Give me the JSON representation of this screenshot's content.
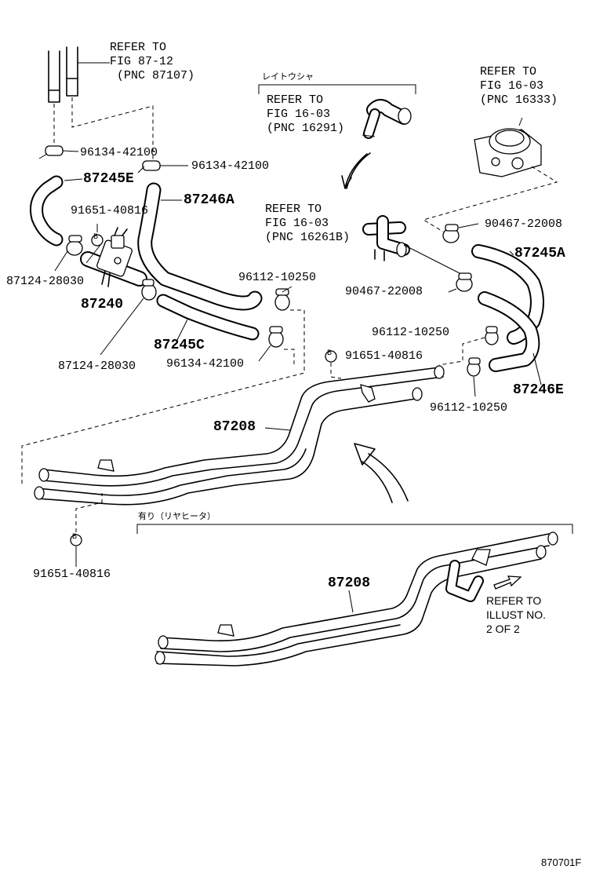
{
  "labels": {
    "refer_top_left": "REFER TO\nFIG 87-12\n (PNC 87107)",
    "katakana_top": "レイトウシャ",
    "refer_center_top": "REFER TO\nFIG 16-03\n(PNC 16291)",
    "refer_right_top": "REFER TO\nFIG 16-03\n(PNC 16333)",
    "refer_center_mid": "REFER TO\nFIG 16-03\n(PNC 16261B)",
    "pn_96134_42100_a": "96134-42100",
    "pn_96134_42100_b": "96134-42100",
    "pn_96134_42100_c": "96134-42100",
    "pn_87245E": "87245E",
    "pn_87246A": "87246A",
    "pn_91651_40816_a": "91651-40816",
    "pn_91651_40816_b": "91651-40816",
    "pn_91651_40816_c": "91651-40816",
    "pn_87124_28030_a": "87124-28030",
    "pn_87124_28030_b": "87124-28030",
    "pn_87240": "87240",
    "pn_87245C": "87245C",
    "pn_96112_10250_a": "96112-10250",
    "pn_96112_10250_b": "96112-10250",
    "pn_96112_10250_c": "96112-10250",
    "pn_90467_22008_a": "90467-22008",
    "pn_90467_22008_b": "90467-22008",
    "pn_87245A": "87245A",
    "pn_87246E": "87246E",
    "pn_87208_a": "87208",
    "pn_87208_b": "87208",
    "rear_heater_note": "有り（リヤヒータ）",
    "refer_illust": "REFER TO\nILLUST NO.\n2 OF 2",
    "figure_code": "870701F",
    "bolt_marker": "B"
  }
}
